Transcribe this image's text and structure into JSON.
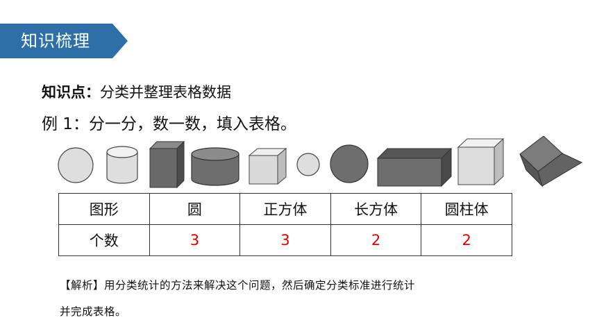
{
  "header": {
    "title": "知识梳理",
    "color": "#2e6fa8"
  },
  "knowledge_point": {
    "label": "知识点：",
    "text": "分类并整理表格数据"
  },
  "example": {
    "text": "例 1：分一分，数一数，填入表格。"
  },
  "shapes": [
    "circle",
    "cylinder",
    "cuboid",
    "cylinder",
    "cube",
    "circle",
    "circle",
    "cuboid",
    "cube",
    "cube"
  ],
  "table": {
    "header_row": [
      "图形",
      "圆",
      "正方体",
      "长方体",
      "圆柱体"
    ],
    "value_row": [
      "个数",
      "3",
      "3",
      "2",
      "2"
    ],
    "value_color": "#e00000"
  },
  "analysis": {
    "line1": "【解析】用分类统计的方法来解决这个问题，然后确定分类标准进行统计",
    "line2": "并完成表格。"
  }
}
